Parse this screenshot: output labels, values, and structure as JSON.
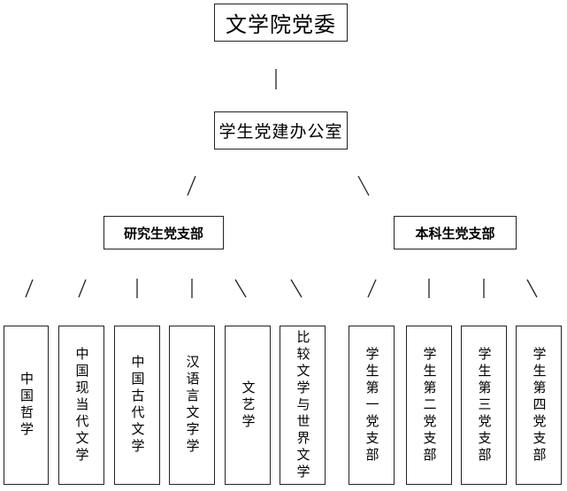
{
  "root": {
    "label": "文学院党委"
  },
  "office": {
    "label": "学生党建办公室"
  },
  "branches": [
    {
      "label": "研究生党支部"
    },
    {
      "label": "本科生党支部"
    }
  ],
  "leaves": [
    {
      "label": "中国哲学"
    },
    {
      "label": "中国现当代文学"
    },
    {
      "label": "中国古代文学"
    },
    {
      "label": "汉语言文字学"
    },
    {
      "label": "文艺学"
    },
    {
      "label": "比较文学与世界文学"
    },
    {
      "label": "学生第一党支部"
    },
    {
      "label": "学生第二党支部"
    },
    {
      "label": "学生第三党支部"
    },
    {
      "label": "学生第四党支部"
    }
  ]
}
